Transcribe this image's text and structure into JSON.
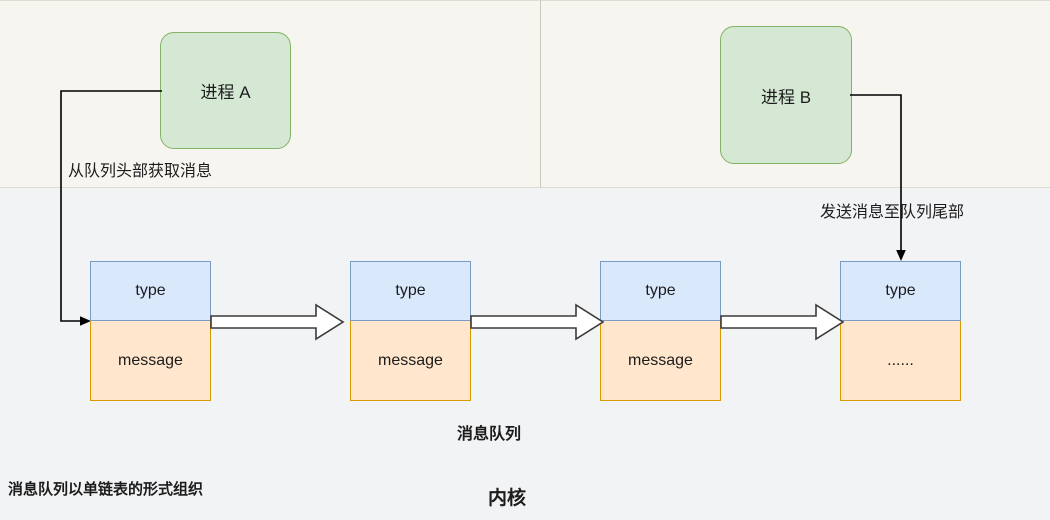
{
  "diagram": {
    "regions": {
      "user_space_a": "",
      "user_space_b": "",
      "kernel_space": ""
    },
    "processes": [
      {
        "id": "process-a",
        "label": "进程 A"
      },
      {
        "id": "process-b",
        "label": "进程 B"
      }
    ],
    "queue_nodes": [
      {
        "type_label": "type",
        "body_label": "message"
      },
      {
        "type_label": "type",
        "body_label": "message"
      },
      {
        "type_label": "type",
        "body_label": "message"
      },
      {
        "type_label": "type",
        "body_label": "......"
      }
    ],
    "labels": {
      "receive_action": "从队列头部获取消息",
      "send_action": "发送消息至队列尾部",
      "message_queue": "消息队列",
      "kernel": "内核",
      "note": "消息队列以单链表的形式组织"
    },
    "icons": {
      "block_arrow": "block-arrow-right-icon",
      "line_arrow": "line-arrow-icon"
    },
    "colors": {
      "user_region_bg": "#f7f5ef",
      "kernel_region_bg": "#f2f3f5",
      "process_fill": "#d5e8d4",
      "process_stroke": "#82b366",
      "type_fill": "#dae8fc",
      "type_stroke": "#7a9bc4",
      "message_fill": "#ffe6cc",
      "message_stroke": "#d79b00",
      "line_stroke": "#000000"
    }
  }
}
